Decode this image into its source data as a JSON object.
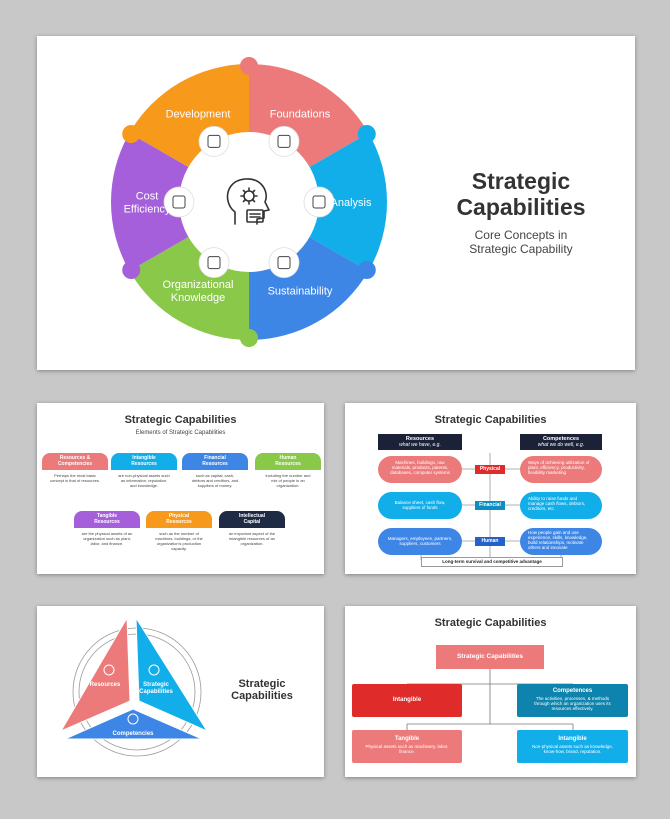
{
  "main": {
    "segments": [
      {
        "label": "Foundations",
        "color": "#ec7a7a"
      },
      {
        "label": "Analysis",
        "color": "#12aeea"
      },
      {
        "label": "Sustainability",
        "color": "#3e86e6"
      },
      {
        "label_line1": "Organizational",
        "label_line2": "Knowledge",
        "color": "#8ac84a"
      },
      {
        "label_line1": "Cost",
        "label_line2": "Efficiency",
        "color": "#a55fda"
      },
      {
        "label": "Development",
        "color": "#f7991b"
      }
    ],
    "title_line1": "Strategic",
    "title_line2": "Capabilities",
    "subtitle_line1": "Core Concepts in",
    "subtitle_line2": "Strategic Capability"
  },
  "slide2": {
    "title": "Strategic Capabilities",
    "subtitle": "Elements of Strategic Capabilities",
    "cards": [
      {
        "title1": "Resources &",
        "title2": "Competencies",
        "desc1": "Perhaps the most basic",
        "desc2": "concept is that of resources.",
        "desc3": "",
        "color": "#ec7a7a"
      },
      {
        "title1": "Intangible",
        "title2": "Resources",
        "desc1": "are non-physical assets such",
        "desc2": "as information, reputation,",
        "desc3": "and knowledge.",
        "color": "#12aeea"
      },
      {
        "title1": "Financial",
        "title2": "Resources",
        "desc1": "such as capital, cash,",
        "desc2": "debtors and creditors, and",
        "desc3": "suppliers of money.",
        "color": "#3e86e6"
      },
      {
        "title1": "Human",
        "title2": "Resources",
        "desc1": "including the number and",
        "desc2": "mix of people in an",
        "desc3": "organization.",
        "color": "#8ac84a"
      },
      {
        "title1": "Tangible",
        "title2": "Resources",
        "desc1": "are the physical assets of an",
        "desc2": "organization such as plant,",
        "desc3": "labor, and finance.",
        "color": "#a55fda"
      },
      {
        "title1": "Physical",
        "title2": "Resources",
        "desc1": "such as the number of",
        "desc2": "machines, buildings, or the",
        "desc3": "organization's production",
        "desc4": "capacity.",
        "color": "#f7991b"
      },
      {
        "title1": "Intellectual",
        "title2": "Capital",
        "desc1": "an important aspect of the",
        "desc2": "intangible resources of an",
        "desc3": "organization.",
        "color": "#1f2a44"
      }
    ]
  },
  "slide3": {
    "title": "Strategic Capabilities",
    "left_header": "Resources",
    "left_sub": "what we have, e.g.",
    "right_header": "Competences",
    "right_sub": "what we do well, e.g.",
    "rows": [
      {
        "left1": "Machines, buildings, raw",
        "left2": "materials, products, patents,",
        "left3": "databases, computer systems",
        "mid": "Physical",
        "right1": "Ways of achieving utilization of",
        "right2": "plant, efficiency, productivity,",
        "right3": "flexibility marketing",
        "color": "#ec7a7a",
        "midcolor": "#e02b2b"
      },
      {
        "left1": "Balance sheet, cash flow,",
        "left2": "suppliers of funds",
        "left3": "",
        "mid": "Financial",
        "right1": "Ability to raise funds and",
        "right2": "manage cash flows, debtors,",
        "right3": "creditors, etc.",
        "color": "#12aeea",
        "midcolor": "#0b8fc2"
      },
      {
        "left1": "Managers, employees, partners,",
        "left2": "suppliers, customers",
        "left3": "",
        "mid": "Human",
        "right1": "How people gain and use",
        "right2": "experience, skills, knowledge,",
        "right3": "build relationships, motivate",
        "right4": "others and innovate",
        "color": "#3e86e6",
        "midcolor": "#2462c7"
      }
    ],
    "footer": "Long-term survival and competitive advantage"
  },
  "slide4": {
    "resources": "Resources",
    "strategic1": "Strategic",
    "strategic2": "Capabilities",
    "competencies": "Competencies",
    "title1": "Strategic",
    "title2": "Capabilities"
  },
  "slide5": {
    "title": "Strategic Capabilities",
    "top": "Strategic Capabilities",
    "intangible": "Intangible",
    "competences": "Competences",
    "competences_d1": "The activities, processes, & methods",
    "competences_d2": "through which an organization uses its",
    "competences_d3": "resources effectively.",
    "tangible": "Tangible",
    "tangible_d1": "Physical assets such as machinery, labor,",
    "tangible_d2": "finance.",
    "intangible2": "Intangible",
    "intangible2_d1": "Non-physical assets such as knowledge,",
    "intangible2_d2": "know-how, brand, reputation."
  }
}
